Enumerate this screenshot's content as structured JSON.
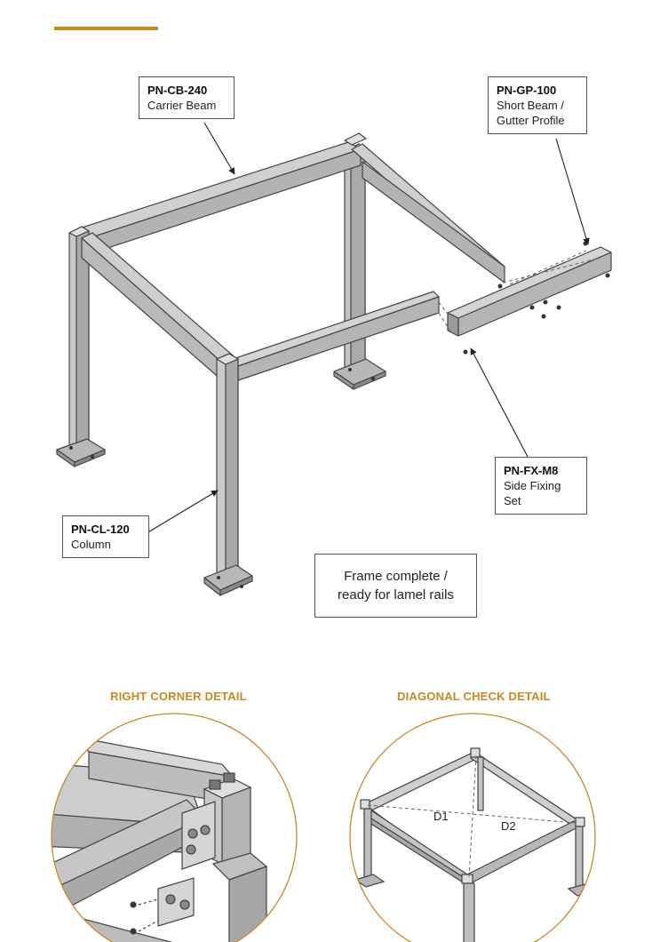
{
  "callouts": {
    "carrier_beam": {
      "code": "PN-CB-240",
      "desc": "Carrier Beam"
    },
    "short_beam": {
      "code": "PN-GP-100",
      "desc": "Short Beam /\nGutter Profile"
    },
    "side_fixing": {
      "code": "PN-FX-M8",
      "desc": "Side Fixing Set"
    },
    "column": {
      "code": "PN-CL-120",
      "desc": "Column"
    }
  },
  "status": {
    "text": "Frame complete /\nready for lamel rails"
  },
  "details": {
    "right_corner": {
      "title": "RIGHT CORNER DETAIL"
    },
    "diagonal_check": {
      "title": "DIAGONAL CHECK DETAIL",
      "d1": "D1",
      "d2": "D2"
    }
  },
  "colors": {
    "accent": "#c8891f",
    "steel": "#c9c9c9",
    "steel_dark": "#9a9a9a",
    "outline": "#444444"
  }
}
